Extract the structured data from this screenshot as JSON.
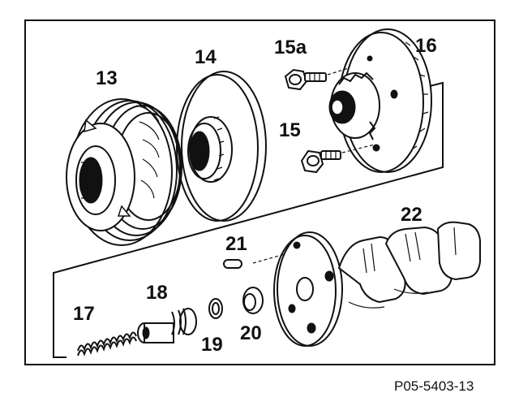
{
  "figure": {
    "reference_code": "P05-5403-13",
    "parts": [
      {
        "id": "13",
        "label": "13"
      },
      {
        "id": "14",
        "label": "14"
      },
      {
        "id": "15a",
        "label": "15a"
      },
      {
        "id": "15",
        "label": "15"
      },
      {
        "id": "16",
        "label": "16"
      },
      {
        "id": "17",
        "label": "17"
      },
      {
        "id": "18",
        "label": "18"
      },
      {
        "id": "19",
        "label": "19"
      },
      {
        "id": "20",
        "label": "20"
      },
      {
        "id": "21",
        "label": "21"
      },
      {
        "id": "22",
        "label": "22"
      }
    ]
  }
}
